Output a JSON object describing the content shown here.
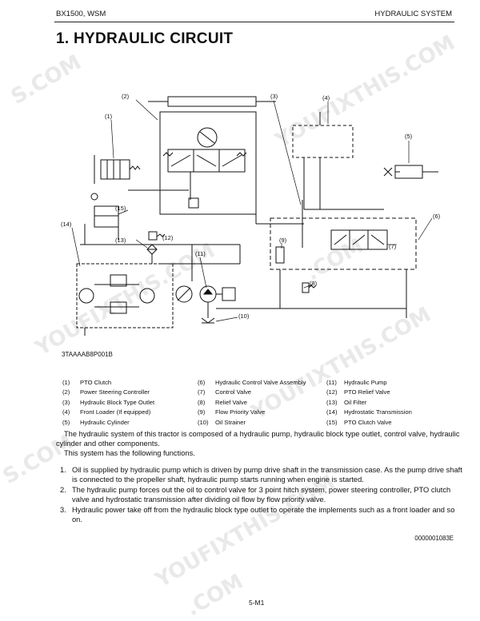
{
  "header": {
    "left": "BX1500, WSM",
    "right": "HYDRAULIC SYSTEM"
  },
  "title": "1. HYDRAULIC CIRCUIT",
  "diagram": {
    "callouts": [
      "(1)",
      "(2)",
      "(3)",
      "(4)",
      "(5)",
      "(6)",
      "(7)",
      "(8)",
      "(9)",
      "(10)",
      "(11)",
      "(12)",
      "(13)",
      "(14)",
      "(15)"
    ],
    "figure_code": "3TAAAAB8P001B"
  },
  "legend": {
    "col1": [
      {
        "n": "(1)",
        "label": "PTO Clutch"
      },
      {
        "n": "(2)",
        "label": "Power Steering Controller"
      },
      {
        "n": "(3)",
        "label": "Hydraulic Block Type Outlet"
      },
      {
        "n": "(4)",
        "label": "Front Loader (If equipped)"
      },
      {
        "n": "(5)",
        "label": "Hydraulic Cylinder"
      }
    ],
    "col2": [
      {
        "n": "(6)",
        "label": "Hydraulic Control Valve Assembly"
      },
      {
        "n": "(7)",
        "label": "Control Valve"
      },
      {
        "n": "(8)",
        "label": "Relief Valve"
      },
      {
        "n": "(9)",
        "label": "Flow Priority Valve"
      },
      {
        "n": "(10)",
        "label": "Oil Strainer"
      }
    ],
    "col3": [
      {
        "n": "(11)",
        "label": "Hydraulic Pump"
      },
      {
        "n": "(12)",
        "label": "PTO Relief Valve"
      },
      {
        "n": "(13)",
        "label": "Oil Filter"
      },
      {
        "n": "(14)",
        "label": "Hydrostatic Transmission"
      },
      {
        "n": "(15)",
        "label": "PTO Clutch Valve"
      }
    ]
  },
  "intro": {
    "p1": "The hydraulic system of this tractor is composed of a hydraulic pump, hydraulic block type outlet, control valve, hydraulic cylinder and other components.",
    "p2": "This system has the following functions."
  },
  "items": [
    {
      "num": "1.",
      "text": "Oil is supplied by hydraulic pump which is driven by pump drive shaft in the transmission case. As the pump drive shaft is connected to the propeller shaft, hydraulic pump starts running when engine is started."
    },
    {
      "num": "2.",
      "text": "The hydraulic pump forces out the oil to control valve for 3 point hitch system, power steering controller, PTO clutch valve and hydrostatic transmission after dividing oil flow by flow priority valve."
    },
    {
      "num": "3.",
      "text": "Hydraulic power take off from the hydraulic block type outlet to operate the implements such as a front loader and so on."
    }
  ],
  "doc_code": "0000001083E",
  "page_number": "5-M1",
  "watermark": "YOUFIXTHIS.COM"
}
